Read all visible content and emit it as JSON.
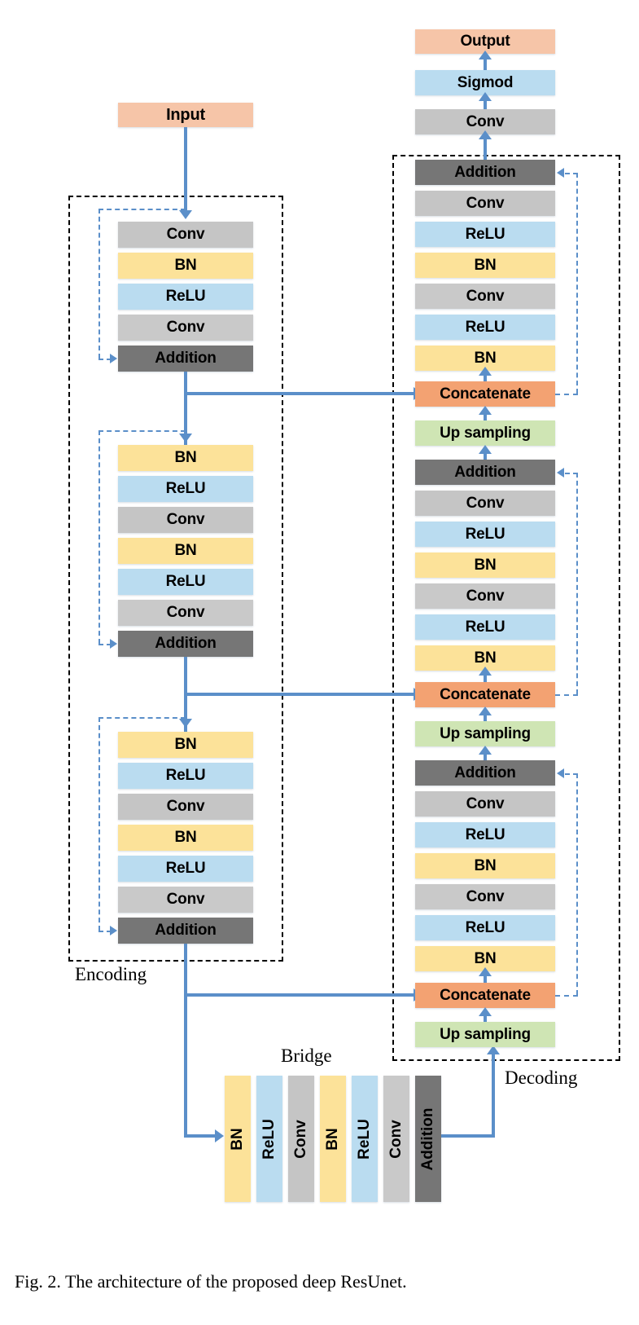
{
  "figure": {
    "caption": "Fig. 2.  The architecture of the proposed deep ResUnet.",
    "colors": {
      "conv": "#c5c5c5",
      "bn": "#fce299",
      "relu": "#badcf0",
      "addition": "#767676",
      "concatenate": "#f3a272",
      "up_sampling": "#cfe5b4",
      "input_output": "#f6c5a8",
      "sigmoid": "#badcf0",
      "arrow": "#5b8fc9",
      "group_border": "#000000"
    }
  },
  "group_labels": {
    "encoding": "Encoding",
    "bridge": "Bridge",
    "decoding": "Decoding"
  },
  "io": {
    "input": "Input",
    "output": "Output"
  },
  "encoder": {
    "blocks": [
      {
        "id": "enc-block-1",
        "layers": [
          {
            "label": "Conv",
            "role": "conv"
          },
          {
            "label": "BN",
            "role": "bn"
          },
          {
            "label": "ReLU",
            "role": "relu"
          },
          {
            "label": "Conv",
            "role": "conv"
          },
          {
            "label": "Addition",
            "role": "addition"
          }
        ]
      },
      {
        "id": "enc-block-2",
        "layers": [
          {
            "label": "BN",
            "role": "bn"
          },
          {
            "label": "ReLU",
            "role": "relu"
          },
          {
            "label": "Conv",
            "role": "conv"
          },
          {
            "label": "BN",
            "role": "bn"
          },
          {
            "label": "ReLU",
            "role": "relu"
          },
          {
            "label": "Conv",
            "role": "conv"
          },
          {
            "label": "Addition",
            "role": "addition"
          }
        ]
      },
      {
        "id": "enc-block-3",
        "layers": [
          {
            "label": "BN",
            "role": "bn"
          },
          {
            "label": "ReLU",
            "role": "relu"
          },
          {
            "label": "Conv",
            "role": "conv"
          },
          {
            "label": "BN",
            "role": "bn"
          },
          {
            "label": "ReLU",
            "role": "relu"
          },
          {
            "label": "Conv",
            "role": "conv"
          },
          {
            "label": "Addition",
            "role": "addition"
          }
        ]
      }
    ]
  },
  "bridge": {
    "layers": [
      {
        "label": "BN",
        "role": "bn"
      },
      {
        "label": "ReLU",
        "role": "relu"
      },
      {
        "label": "Conv",
        "role": "conv"
      },
      {
        "label": "BN",
        "role": "bn"
      },
      {
        "label": "ReLU",
        "role": "relu"
      },
      {
        "label": "Conv",
        "role": "conv"
      },
      {
        "label": "Addition",
        "role": "addition"
      }
    ]
  },
  "decoder": {
    "head": [
      {
        "label": "Conv",
        "role": "conv"
      },
      {
        "label": "Sigmod",
        "role": "sigmoid"
      }
    ],
    "blocks": [
      {
        "id": "dec-block-1",
        "layers": [
          {
            "label": "Addition",
            "role": "addition"
          },
          {
            "label": "Conv",
            "role": "conv"
          },
          {
            "label": "ReLU",
            "role": "relu"
          },
          {
            "label": "BN",
            "role": "bn"
          },
          {
            "label": "Conv",
            "role": "conv"
          },
          {
            "label": "ReLU",
            "role": "relu"
          },
          {
            "label": "BN",
            "role": "bn"
          },
          {
            "label": "Concatenate",
            "role": "concatenate"
          },
          {
            "label": "Up sampling",
            "role": "up_sampling"
          }
        ]
      },
      {
        "id": "dec-block-2",
        "layers": [
          {
            "label": "Addition",
            "role": "addition"
          },
          {
            "label": "Conv",
            "role": "conv"
          },
          {
            "label": "ReLU",
            "role": "relu"
          },
          {
            "label": "BN",
            "role": "bn"
          },
          {
            "label": "Conv",
            "role": "conv"
          },
          {
            "label": "ReLU",
            "role": "relu"
          },
          {
            "label": "BN",
            "role": "bn"
          },
          {
            "label": "Concatenate",
            "role": "concatenate"
          },
          {
            "label": "Up sampling",
            "role": "up_sampling"
          }
        ]
      },
      {
        "id": "dec-block-3",
        "layers": [
          {
            "label": "Addition",
            "role": "addition"
          },
          {
            "label": "Conv",
            "role": "conv"
          },
          {
            "label": "ReLU",
            "role": "relu"
          },
          {
            "label": "BN",
            "role": "bn"
          },
          {
            "label": "Conv",
            "role": "conv"
          },
          {
            "label": "ReLU",
            "role": "relu"
          },
          {
            "label": "BN",
            "role": "bn"
          },
          {
            "label": "Concatenate",
            "role": "concatenate"
          },
          {
            "label": "Up sampling",
            "role": "up_sampling"
          }
        ]
      }
    ]
  }
}
